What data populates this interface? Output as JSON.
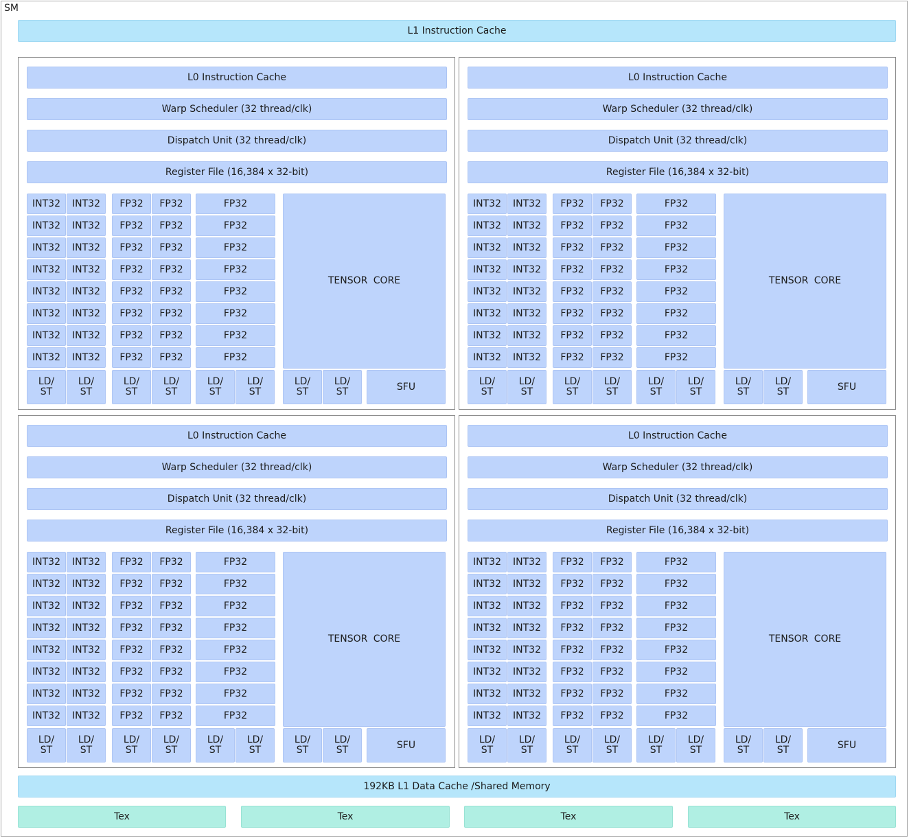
{
  "sm": {
    "label": "SM",
    "l1_instruction_cache": "L1 Instruction Cache",
    "data_cache": "192KB L1 Data Cache /Shared Memory",
    "tex_units": [
      "Tex",
      "Tex",
      "Tex",
      "Tex"
    ]
  },
  "partition": {
    "l0_cache": "L0 Instruction Cache",
    "warp_scheduler": "Warp Scheduler (32 thread/clk)",
    "dispatch_unit": "Dispatch Unit (32 thread/clk)",
    "register_file": "Register File (16,384 x 32-bit)",
    "int_label": "INT32",
    "fp_label": "FP32",
    "ldst_label": "LD/\nST",
    "sfu_label": "SFU",
    "tensor_label": "TENSOR CORE",
    "rows": 8,
    "int_columns": 2,
    "fp_columns": 3,
    "ldst_count": 8,
    "sfu_count": 1,
    "tensor_count": 1
  },
  "partition_count": 4,
  "colors": {
    "cache": "#b6e6fb",
    "unit": "#bed4fc",
    "tex": "#b0efe3",
    "border": "#8a8a8a"
  }
}
